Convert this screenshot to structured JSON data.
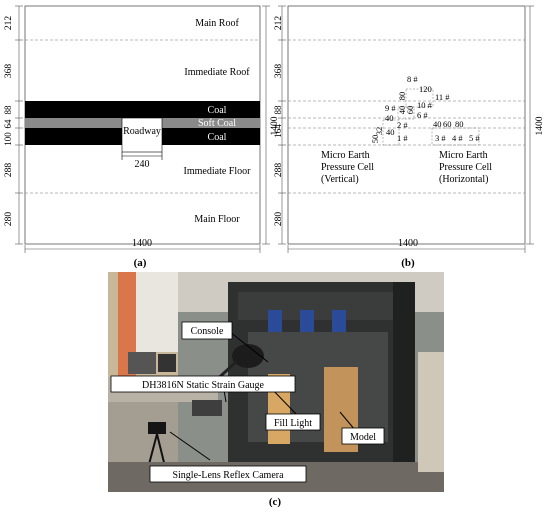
{
  "panel_a": {
    "label": "(a)",
    "left_dims": [
      "212",
      "368",
      "88",
      "64",
      "100",
      "288",
      "280"
    ],
    "bottom_dim": "1400",
    "right_dim": "1400",
    "layers": {
      "main_roof": "Main Roof",
      "immediate_roof": "Immediate Roof",
      "coal_upper": "Coal",
      "soft_coal": "Soft Coal",
      "coal_lower": "Coal",
      "immediate_floor": "Immediate Floor",
      "main_floor": "Main Floor"
    },
    "roadway_label": "Roadway",
    "roadway_width": "240"
  },
  "panel_b": {
    "label": "(b)",
    "left_dims": [
      "212",
      "368",
      "88",
      "164",
      "288",
      "280"
    ],
    "bottom_dim": "1400",
    "right_dim": "1400",
    "sensors": [
      "8 #",
      "11 #",
      "9 #",
      "10 #",
      "6 #",
      "2 #",
      "1 #",
      "3 #",
      "4 #",
      "5 #"
    ],
    "spacings": {
      "s120": "120",
      "s80a": "80",
      "s40a": "40",
      "s40b": "40",
      "s60a": "60",
      "s32": "32",
      "s40c": "40",
      "s50": "50",
      "s40d": "40",
      "s60b": "60",
      "s80b": "80"
    },
    "vertical_cell_label": [
      "Micro Earth",
      "Pressure Cell",
      "(Vertical)"
    ],
    "horizontal_cell_label": [
      "Micro Earth",
      "Pressure Cell",
      "(Horizontal)"
    ]
  },
  "panel_c": {
    "label": "(c)",
    "callouts": {
      "console": "Console",
      "strain_gauge": "DH3816N Static Strain Gauge",
      "fill_light": "Fill Light",
      "model": "Model",
      "camera": "Single-Lens Reflex Camera"
    }
  }
}
